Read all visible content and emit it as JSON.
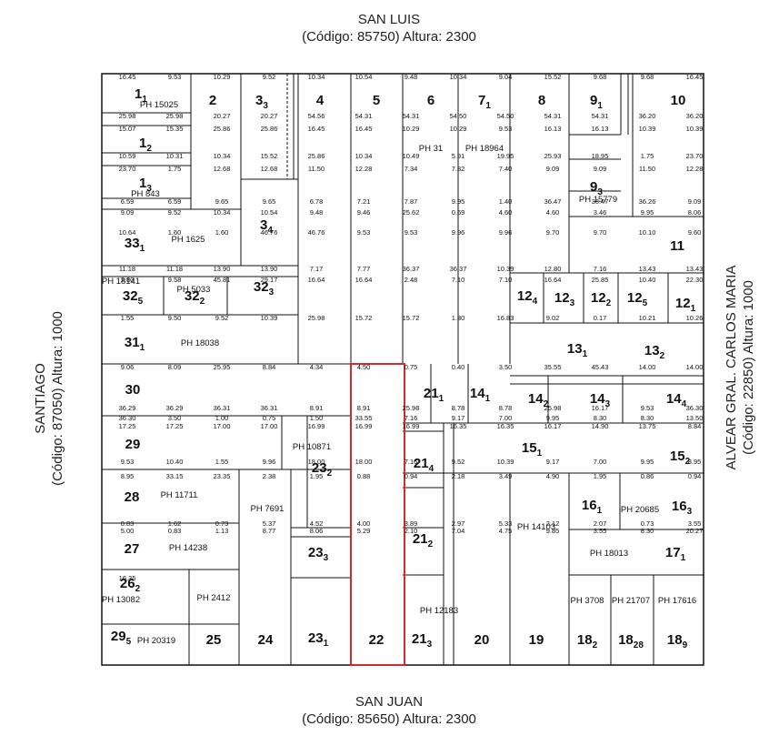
{
  "streets": {
    "top": {
      "name": "SAN LUIS",
      "info": "(Código: 85750) Altura: 2300"
    },
    "bottom": {
      "name": "SAN JUAN",
      "info": "(Código: 85650) Altura: 2300"
    },
    "left": {
      "name": "SANTIAGO",
      "info": "(Código: 87050) Altura: 1000"
    },
    "right": {
      "name": "ALVEAR  GRAL. CARLOS MARIA",
      "info": "(Código: 22850) Altura: 1000"
    }
  },
  "colors": {
    "line": "#111111",
    "highlight": "#d42a2a",
    "faded": "#b8b8b8"
  },
  "lots": [
    {
      "id": "1-1",
      "num": "1",
      "sub": "1",
      "ph": "PH 15025"
    },
    {
      "id": "1-2",
      "num": "1",
      "sub": "2",
      "ph": ""
    },
    {
      "id": "1-3",
      "num": "1",
      "sub": "3",
      "ph": "PH 843"
    },
    {
      "id": "2",
      "num": "2",
      "sub": "",
      "ph": ""
    },
    {
      "id": "3-3",
      "num": "3",
      "sub": "3",
      "ph": ""
    },
    {
      "id": "3-4",
      "num": "3",
      "sub": "4",
      "ph": ""
    },
    {
      "id": "4",
      "num": "4",
      "sub": "",
      "ph": ""
    },
    {
      "id": "5",
      "num": "5",
      "sub": "",
      "ph": ""
    },
    {
      "id": "6",
      "num": "6",
      "sub": "",
      "ph": "PH 31"
    },
    {
      "id": "7-1",
      "num": "7",
      "sub": "1",
      "ph": "PH 18964"
    },
    {
      "id": "8",
      "num": "8",
      "sub": "",
      "ph": ""
    },
    {
      "id": "9-1",
      "num": "9",
      "sub": "1",
      "ph": ""
    },
    {
      "id": "9-3",
      "num": "9",
      "sub": "3",
      "ph": "PH 15779"
    },
    {
      "id": "10",
      "num": "10",
      "sub": "",
      "ph": ""
    },
    {
      "id": "11",
      "num": "11",
      "sub": "",
      "ph": ""
    },
    {
      "id": "33-1",
      "num": "33",
      "sub": "1",
      "ph": "PH 1625"
    },
    {
      "id": "32-5",
      "num": "32",
      "sub": "5",
      "ph": "PH 18141"
    },
    {
      "id": "32-2",
      "num": "32",
      "sub": "2",
      "ph": "PH 5033"
    },
    {
      "id": "32-3",
      "num": "32",
      "sub": "3",
      "ph": ""
    },
    {
      "id": "12-4",
      "num": "12",
      "sub": "4",
      "ph": ""
    },
    {
      "id": "12-3",
      "num": "12",
      "sub": "3",
      "ph": ""
    },
    {
      "id": "12-2",
      "num": "12",
      "sub": "2",
      "ph": ""
    },
    {
      "id": "12-5",
      "num": "12",
      "sub": "5",
      "ph": ""
    },
    {
      "id": "12-1",
      "num": "12",
      "sub": "1",
      "ph": ""
    },
    {
      "id": "31-1",
      "num": "31",
      "sub": "1",
      "ph": "PH 18038"
    },
    {
      "id": "13-1",
      "num": "13",
      "sub": "1",
      "ph": ""
    },
    {
      "id": "13-2",
      "num": "13",
      "sub": "2",
      "ph": ""
    },
    {
      "id": "30",
      "num": "30",
      "sub": "",
      "ph": ""
    },
    {
      "id": "21-1",
      "num": "21",
      "sub": "1",
      "ph": ""
    },
    {
      "id": "14-1",
      "num": "14",
      "sub": "1",
      "ph": ""
    },
    {
      "id": "14-2",
      "num": "14",
      "sub": "2",
      "ph": ""
    },
    {
      "id": "14-3",
      "num": "14",
      "sub": "3",
      "ph": ""
    },
    {
      "id": "14-4",
      "num": "14",
      "sub": "4",
      "ph": ""
    },
    {
      "id": "29",
      "num": "29",
      "sub": "",
      "ph": ""
    },
    {
      "id": "23-2",
      "num": "23",
      "sub": "2",
      "ph": "PH 10871"
    },
    {
      "id": "21-4",
      "num": "21",
      "sub": "4",
      "ph": ""
    },
    {
      "id": "15-1",
      "num": "15",
      "sub": "1",
      "ph": ""
    },
    {
      "id": "15-2",
      "num": "15",
      "sub": "2",
      "ph": ""
    },
    {
      "id": "28",
      "num": "28",
      "sub": "",
      "ph": "PH 11711"
    },
    {
      "id": "ph7691",
      "num": "",
      "sub": "",
      "ph": "PH 7691"
    },
    {
      "id": "16-1",
      "num": "16",
      "sub": "1",
      "ph": ""
    },
    {
      "id": "16-3",
      "num": "16",
      "sub": "3",
      "ph": "PH 20685"
    },
    {
      "id": "27",
      "num": "27",
      "sub": "",
      "ph": "PH 14238"
    },
    {
      "id": "23-3",
      "num": "23",
      "sub": "3",
      "ph": ""
    },
    {
      "id": "21-2",
      "num": "21",
      "sub": "2",
      "ph": ""
    },
    {
      "id": "ph14103",
      "num": "",
      "sub": "",
      "ph": "PH 14103"
    },
    {
      "id": "17-1",
      "num": "17",
      "sub": "1",
      "ph": "PH 18013"
    },
    {
      "id": "26-2",
      "num": "26",
      "sub": "2",
      "ph": "PH 13082"
    },
    {
      "id": "ph2412",
      "num": "",
      "sub": "",
      "ph": "PH 2412"
    },
    {
      "id": "29-5",
      "num": "29",
      "sub": "5",
      "ph": "PH 20319"
    },
    {
      "id": "25",
      "num": "25",
      "sub": "",
      "ph": ""
    },
    {
      "id": "24",
      "num": "24",
      "sub": "",
      "ph": ""
    },
    {
      "id": "23-1",
      "num": "23",
      "sub": "1",
      "ph": ""
    },
    {
      "id": "22",
      "num": "22",
      "sub": "",
      "ph": ""
    },
    {
      "id": "21-3",
      "num": "21",
      "sub": "3",
      "ph": "PH 12183"
    },
    {
      "id": "20",
      "num": "20",
      "sub": "",
      "ph": ""
    },
    {
      "id": "19",
      "num": "19",
      "sub": "",
      "ph": ""
    },
    {
      "id": "18-2",
      "num": "18",
      "sub": "2",
      "ph": "PH 3708"
    },
    {
      "id": "18-28",
      "num": "18",
      "sub": "28",
      "ph": "PH 21707"
    },
    {
      "id": "18-9",
      "num": "18",
      "sub": "9",
      "ph": "PH 17616"
    }
  ],
  "dims": [
    "16.45",
    "9.53",
    "10.29",
    "9.52",
    "10.34",
    "10.54",
    "9.48",
    "10.34",
    "9.04",
    "15.52",
    "9.68",
    "9.68",
    "16.45",
    "25.98",
    "25.98",
    "20.27",
    "20.27",
    "54.56",
    "54.31",
    "54.31",
    "54.50",
    "54.50",
    "54.31",
    "54.31",
    "36.20",
    "36.20",
    "15.07",
    "15.35",
    "25.86",
    "25.86",
    "16.45",
    "16.45",
    "10.29",
    "10.29",
    "9.53",
    "16.13",
    "16.13",
    "10.39",
    "10.39",
    "10.59",
    "10.31",
    "10.34",
    "15.52",
    "25.86",
    "10.34",
    "10.49",
    "5.91",
    "19.95",
    "25.93",
    "18.95",
    "1.75",
    "23.70",
    "23.70",
    "1.75",
    "12.68",
    "12.68",
    "11.50",
    "12.28",
    "7.34",
    "7.32",
    "7.40",
    "9.09",
    "9.09",
    "11.50",
    "12.28",
    "6.59",
    "6.59",
    "9.65",
    "9.65",
    "6.78",
    "7.21",
    "7.87",
    "9.95",
    "1.40",
    "36.47",
    "36.47",
    "36.26",
    "9.09",
    "9.09",
    "9.52",
    "10.34",
    "10.54",
    "9.48",
    "9.46",
    "25.62",
    "0.69",
    "4.60",
    "4.60",
    "3.46",
    "9.95",
    "8.06",
    "10.64",
    "1.60",
    "1.60",
    "46.76",
    "46.76",
    "9.53",
    "9.53",
    "9.96",
    "9.96",
    "9.70",
    "9.70",
    "10.10",
    "9.60",
    "11.18",
    "11.18",
    "13.90",
    "13.90",
    "7.17",
    "7.77",
    "36.37",
    "36.37",
    "10.39",
    "12.80",
    "7.16",
    "13.43",
    "13.43",
    "2.80",
    "9.58",
    "45.81",
    "29.17",
    "16.64",
    "16.64",
    "2.48",
    "7.10",
    "7.10",
    "16.64",
    "25.85",
    "10.40",
    "22.30",
    "1.55",
    "9.50",
    "9.52",
    "10.39",
    "25.98",
    "15.72",
    "15.72",
    "1.30",
    "16.83",
    "9.02",
    "0.17",
    "10.21",
    "10.26",
    "9.06",
    "8.09",
    "25.95",
    "8.84",
    "4.34",
    "4.50",
    "0.75",
    "0.40",
    "3.50",
    "35.55",
    "45.43",
    "14.00",
    "14.00",
    "36.29",
    "36.29",
    "36.31",
    "36.31",
    "8.91",
    "8.91",
    "25.98",
    "8.78",
    "8.78",
    "25.98",
    "16.17",
    "9.53",
    "36.30",
    "36.30",
    "3.50",
    "1.00",
    "0.75",
    "1.50",
    "33.55",
    "7.16",
    "9.17",
    "7.00",
    "9.95",
    "8.30",
    "8.30",
    "13.50",
    "17.25",
    "17.25",
    "17.00",
    "17.00",
    "16.99",
    "16.99",
    "16.99",
    "16.35",
    "16.35",
    "16.17",
    "14.90",
    "13.75",
    "8.84",
    "9.53",
    "10.40",
    "1.55",
    "9.96",
    "18.00",
    "18.00",
    "7.16",
    "9.52",
    "10.39",
    "9.17",
    "7.00",
    "9.95",
    "8.95",
    "8.95",
    "33.15",
    "23.35",
    "2.38",
    "1.95",
    "0.88",
    "0.94",
    "2.18",
    "3.49",
    "4.90",
    "1.95",
    "0.86",
    "0.94",
    "0.83",
    "1.62",
    "0.73",
    "5.37",
    "4.52",
    "4.00",
    "3.89",
    "2.97",
    "5.33",
    "2.12",
    "2.07",
    "0.73",
    "3.55",
    "5.00",
    "0.83",
    "1.13",
    "8.77",
    "8.06",
    "5.29",
    "2.10",
    "7.04",
    "4.75",
    "9.85",
    "3.55",
    "8.30",
    "20.27",
    "16.35"
  ]
}
